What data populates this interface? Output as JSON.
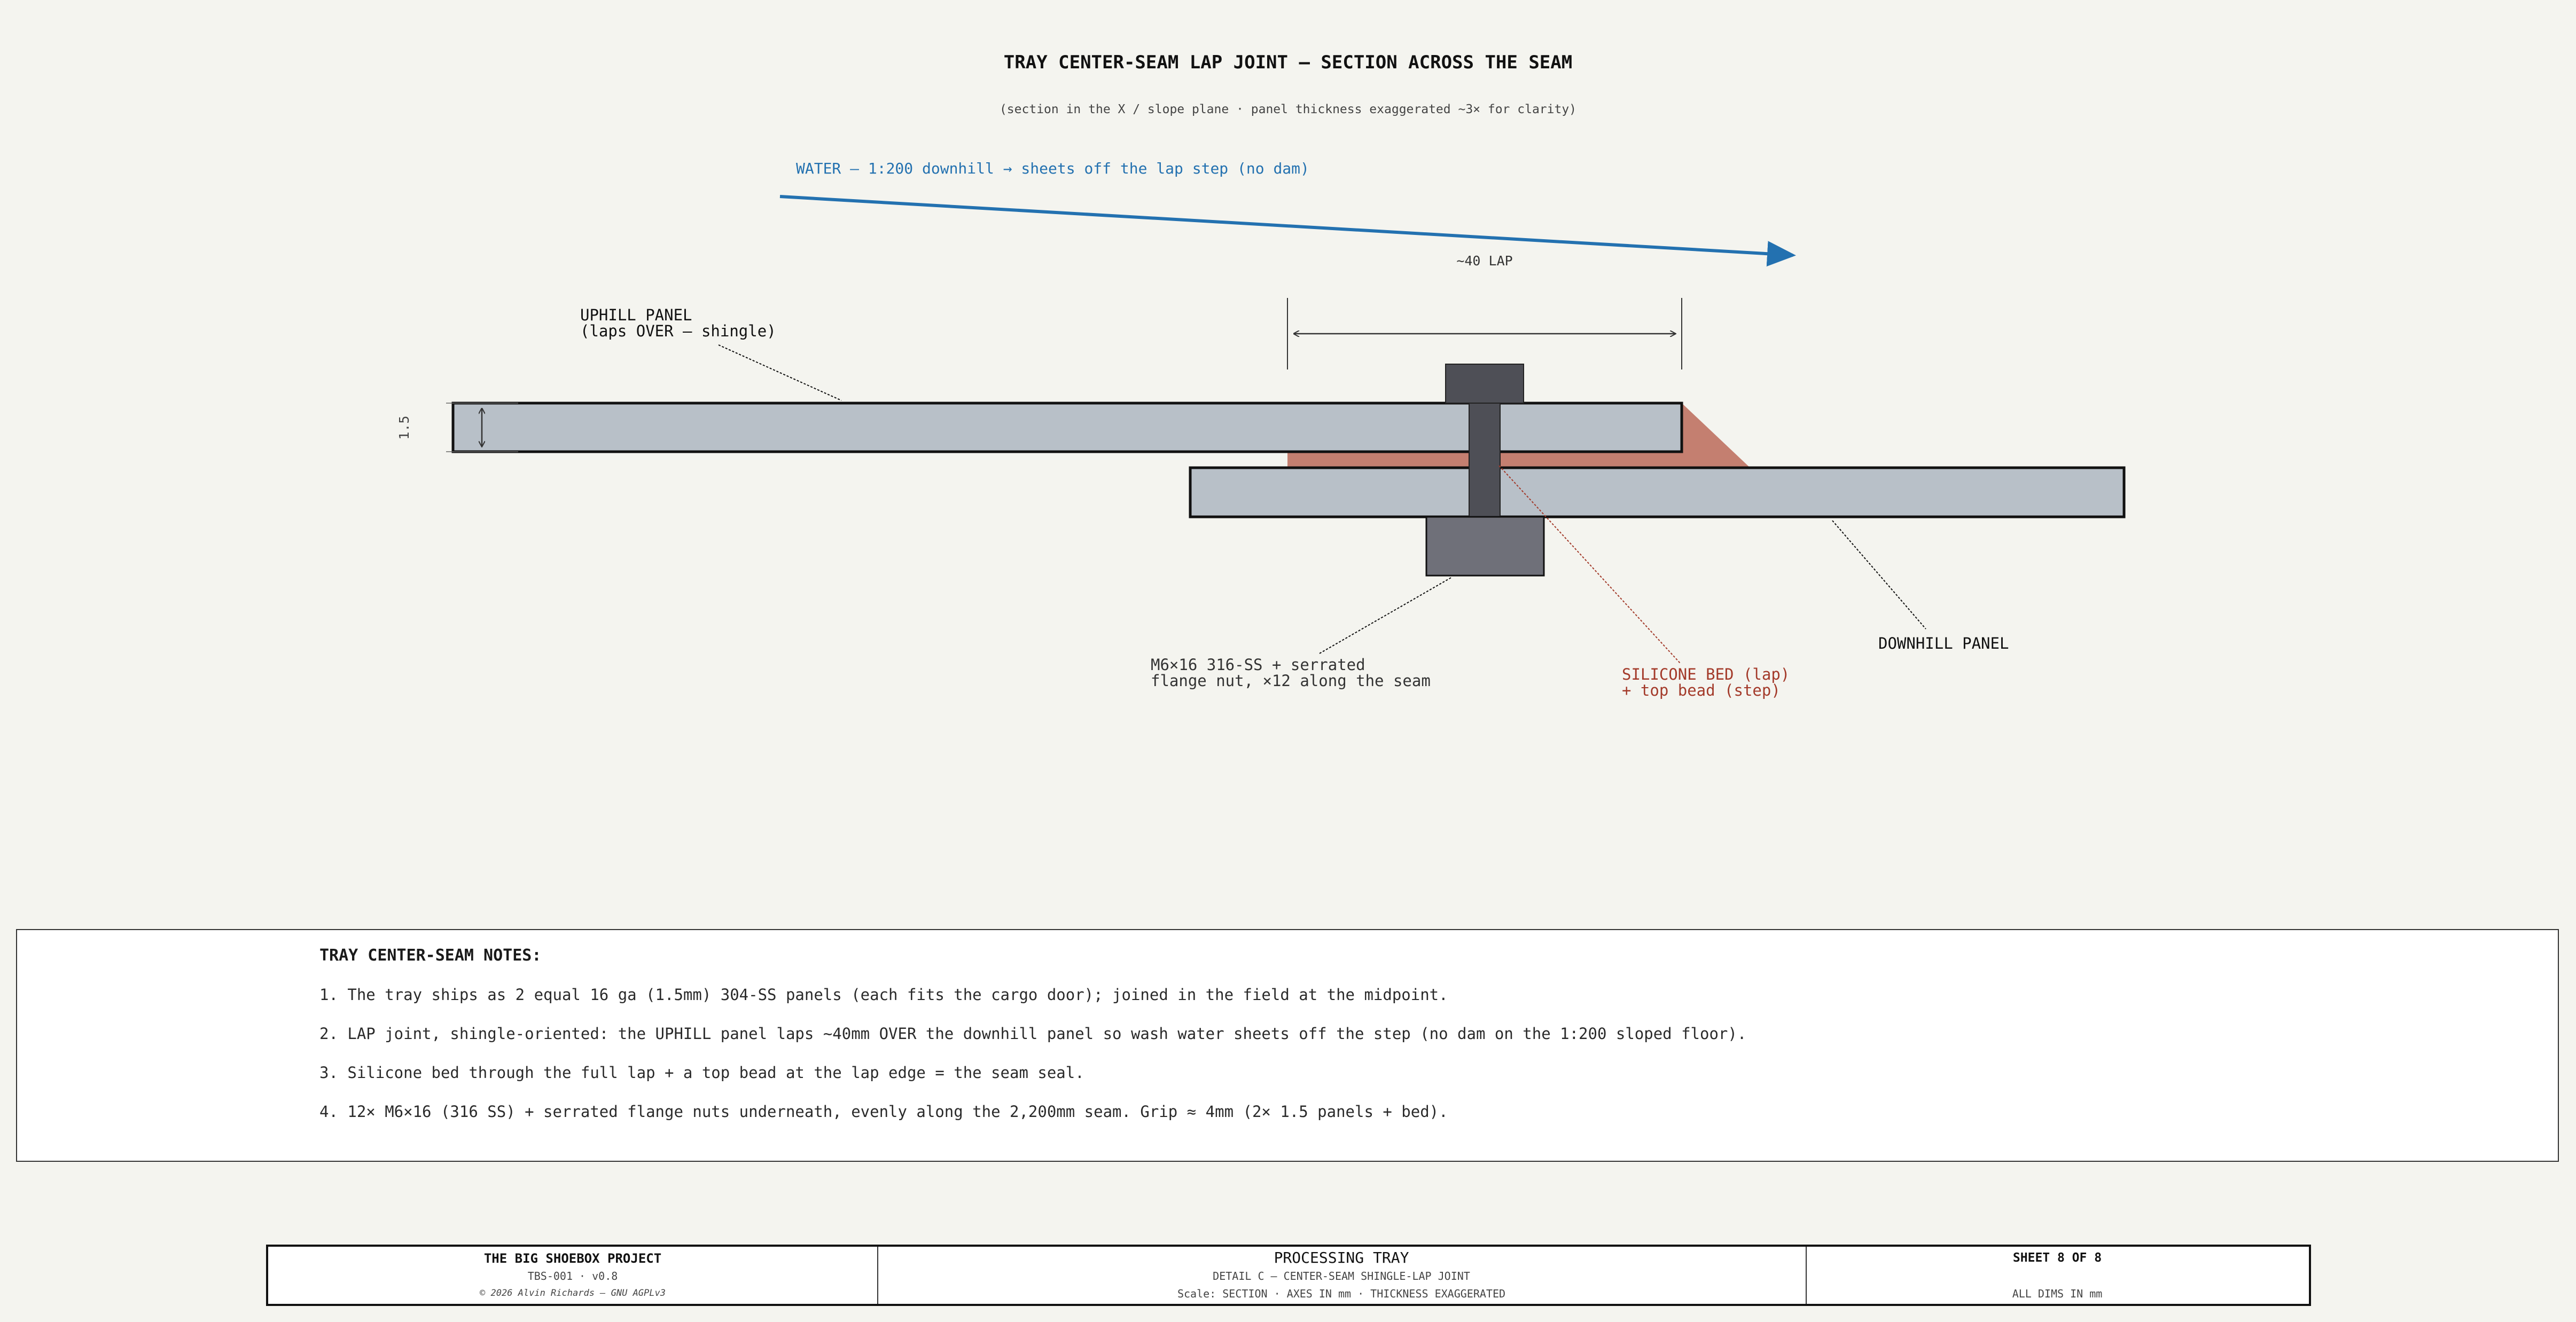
{
  "diagram": {
    "title": "TRAY CENTER-SEAM LAP JOINT — SECTION ACROSS THE SEAM",
    "subtitle": "(section in the X / slope plane · panel thickness exaggerated ~3× for clarity)",
    "water_label": "WATER — 1:200 downhill → sheets off the lap step (no dam)",
    "lap_dimension_label": "~40 LAP",
    "thickness_dimension_label": "1.5",
    "uphill_panel_label_1": "UPHILL PANEL",
    "uphill_panel_label_2": "(laps OVER — shingle)",
    "downhill_panel_label": "DOWNHILL PANEL",
    "fastener_label_1": "M6×16 316-SS + serrated",
    "fastener_label_2": "flange nut, ×12 along the seam",
    "silicone_label_1": "SILICONE BED (lap)",
    "silicone_label_2": "+ top bead (step)",
    "colors": {
      "background": "#f4f4ef",
      "panel_fill": "#b8c0c8",
      "silicone": "#c47f70",
      "water": "#2371b0",
      "bolt": "#4e4f56",
      "nut": "#6f7079",
      "silicone_text": "#a33a2a"
    }
  },
  "notes": {
    "title": "TRAY CENTER-SEAM NOTES:",
    "items": [
      "1. The tray ships as 2 equal 16 ga (1.5mm) 304-SS panels (each fits the cargo door); joined in the field at the midpoint.",
      "2. LAP joint, shingle-oriented: the UPHILL panel laps ~40mm OVER the downhill panel so wash water sheets off the step (no dam on the 1:200 sloped floor).",
      "3. Silicone bed through the full lap + a top bead at the lap edge = the seam seal.",
      "4. 12× M6×16 (316 SS) + serrated flange nuts underneath, evenly along the 2,200mm seam. Grip ≈ 4mm (2× 1.5 panels + bed)."
    ]
  },
  "title_block": {
    "project": "THE BIG SHOEBOX PROJECT",
    "doc_id": "TBS-001  ·  v0.8",
    "copyright": "© 2026 Alvin Richards — GNU AGPLv3",
    "drawing_title": "PROCESSING TRAY",
    "detail": "DETAIL C — CENTER-SEAM SHINGLE-LAP JOINT",
    "scale": "Scale: SECTION · AXES IN mm · THICKNESS EXAGGERATED",
    "sheet": "SHEET 8 OF 8",
    "units": "ALL DIMS IN mm"
  }
}
